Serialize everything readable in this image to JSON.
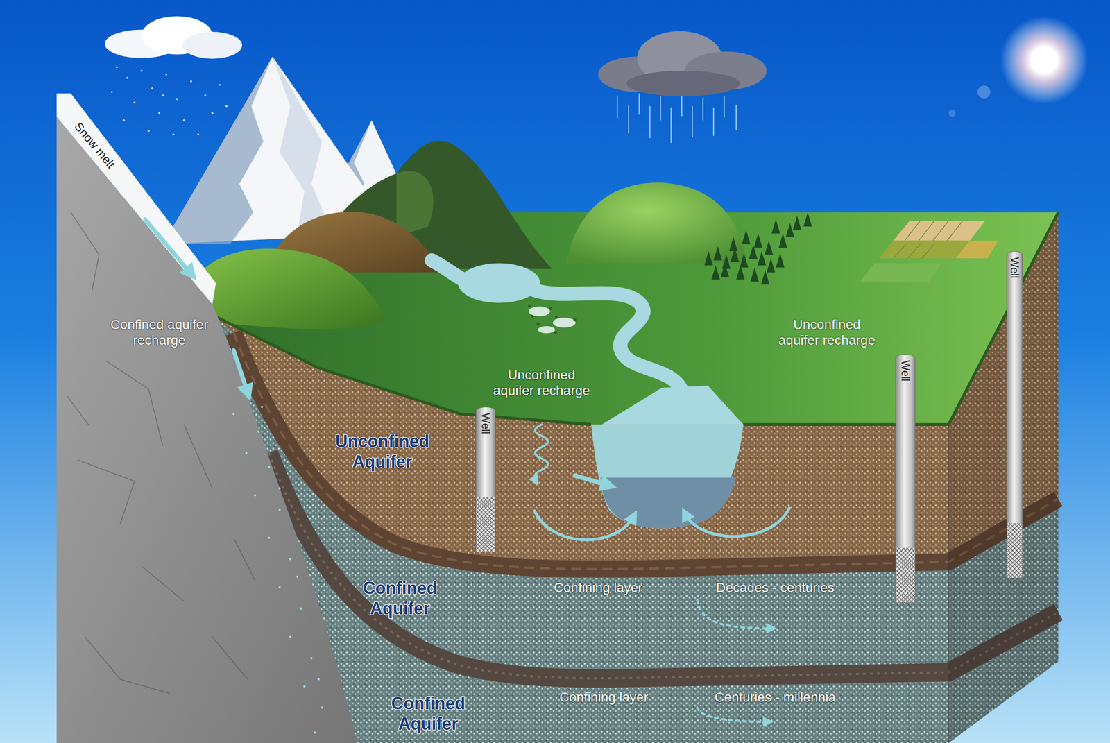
{
  "diagram": {
    "nodes": [
      {
        "text": [
          "Well"
        ]
      },
      {
        "text": [
          "Well"
        ]
      },
      {
        "text": [
          "Well"
        ]
      }
    ],
    "labels": [
      "Snow melt",
      "Confined aquifer recharge",
      "Unconfined aquifer recharge",
      "Unconfined aquifer recharge",
      "Unconfined Aquifer",
      "Confining layer",
      "Decades - centuries",
      "Confined Aquifer",
      "Confining layer",
      "Centuries - millennia",
      "Confined Aquifer"
    ]
  }
}
